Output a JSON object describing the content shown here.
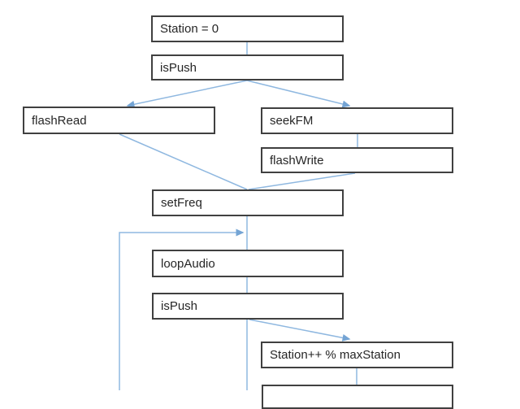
{
  "diagram": {
    "nodes": [
      {
        "label": "Station = 0"
      },
      {
        "label": "isPush"
      },
      {
        "label": "flashRead"
      },
      {
        "label": "seekFM"
      },
      {
        "label": "flashWrite"
      },
      {
        "label": "setFreq"
      },
      {
        "label": "loopAudio"
      },
      {
        "label": "isPush"
      },
      {
        "label": "Station++ % maxStation"
      },
      {
        "label": ""
      }
    ],
    "colors": {
      "connector": "#8fb8e0",
      "arrow": "#74a4d4",
      "box_border": "#404040",
      "text": "#262626",
      "background": "#ffffff"
    }
  }
}
